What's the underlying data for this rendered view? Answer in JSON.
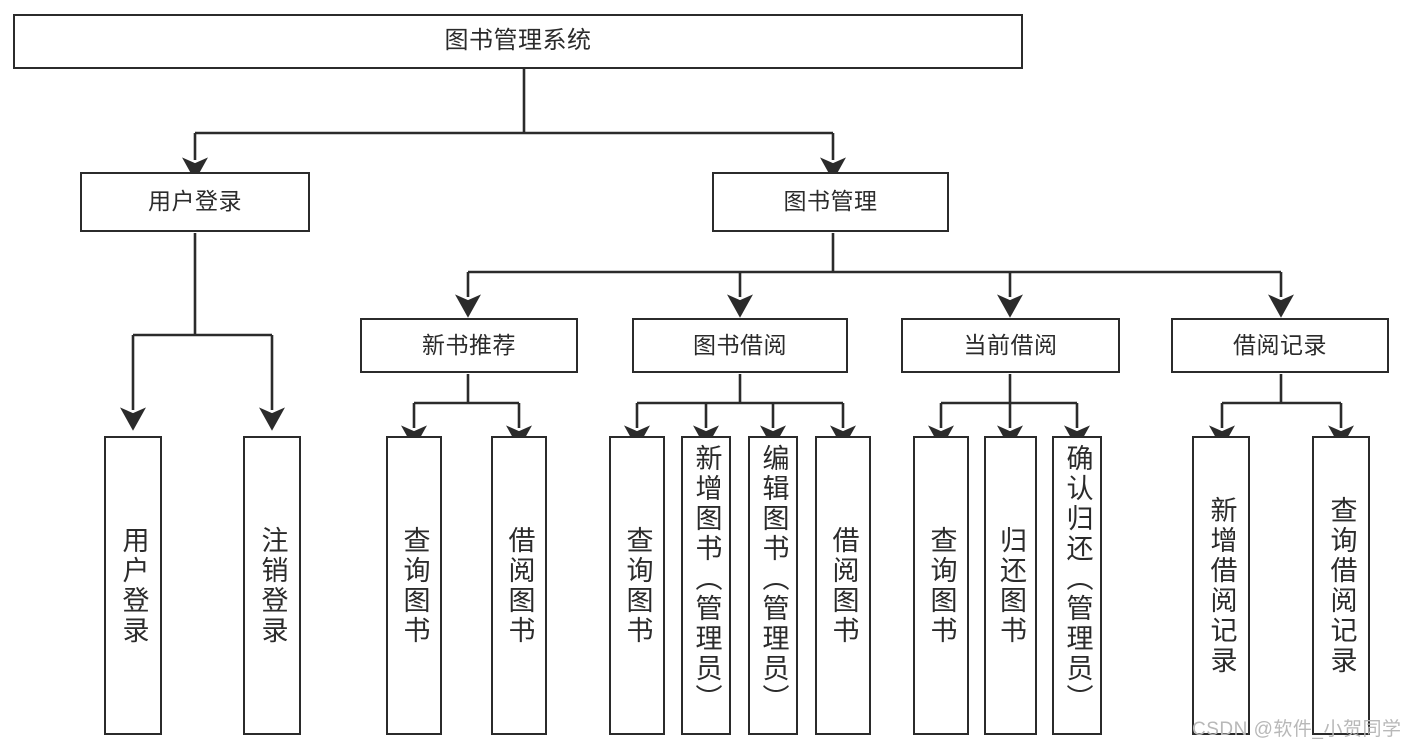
{
  "diagram": {
    "type": "tree-hierarchy",
    "title": "图书管理系统",
    "watermark": "CSDN @软件_小贺同学",
    "colors": {
      "stroke": "#2b2b2b",
      "fill": "#ffffff",
      "watermark": "#b8b8b8"
    },
    "nodes": {
      "root": "图书管理系统",
      "level2": [
        "用户登录",
        "图书管理"
      ],
      "level3": [
        "新书推荐",
        "图书借阅",
        "当前借阅",
        "借阅记录"
      ],
      "leaves": {
        "user_login": [
          "用户登录",
          "注销登录"
        ],
        "new_book_recommend": [
          "查询图书",
          "借阅图书"
        ],
        "book_borrow": [
          "查询图书",
          "新增图书（管理员）",
          "编辑图书（管理员）",
          "借阅图书"
        ],
        "current_borrow": [
          "查询图书",
          "归还图书",
          "确认归还（管理员）"
        ],
        "borrow_record": [
          "新增借阅记录",
          "查询借阅记录"
        ]
      }
    },
    "edges": [
      {
        "from": "图书管理系统",
        "to": "用户登录"
      },
      {
        "from": "图书管理系统",
        "to": "图书管理"
      },
      {
        "from": "用户登录",
        "to": "用户登录"
      },
      {
        "from": "用户登录",
        "to": "注销登录"
      },
      {
        "from": "图书管理",
        "to": "新书推荐"
      },
      {
        "from": "图书管理",
        "to": "图书借阅"
      },
      {
        "from": "图书管理",
        "to": "当前借阅"
      },
      {
        "from": "图书管理",
        "to": "借阅记录"
      },
      {
        "from": "新书推荐",
        "to": "查询图书"
      },
      {
        "from": "新书推荐",
        "to": "借阅图书"
      },
      {
        "from": "图书借阅",
        "to": "查询图书"
      },
      {
        "from": "图书借阅",
        "to": "新增图书（管理员）"
      },
      {
        "from": "图书借阅",
        "to": "编辑图书（管理员）"
      },
      {
        "from": "图书借阅",
        "to": "借阅图书"
      },
      {
        "from": "当前借阅",
        "to": "查询图书"
      },
      {
        "from": "当前借阅",
        "to": "归还图书"
      },
      {
        "from": "当前借阅",
        "to": "确认归还（管理员）"
      },
      {
        "from": "借阅记录",
        "to": "新增借阅记录"
      },
      {
        "from": "借阅记录",
        "to": "查询借阅记录"
      }
    ]
  }
}
